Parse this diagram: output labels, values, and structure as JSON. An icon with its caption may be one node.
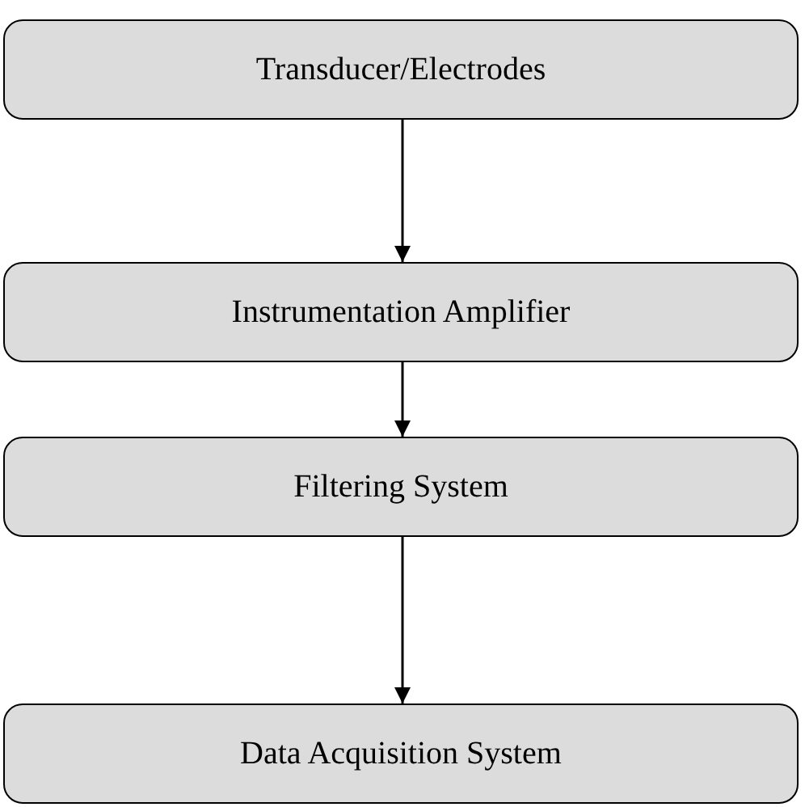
{
  "diagram": {
    "nodes": [
      {
        "text": [
          "Transducer/Electrodes"
        ]
      },
      {
        "text": [
          "Instrumentation Amplifier"
        ]
      },
      {
        "text": [
          "Filtering System"
        ]
      },
      {
        "text": [
          "Data Acquisition System"
        ]
      }
    ],
    "edges": [
      {
        "from": 0,
        "to": 1,
        "arrow": "to"
      },
      {
        "from": 1,
        "to": 2,
        "arrow": "to"
      },
      {
        "from": 2,
        "to": 3,
        "arrow": "to"
      }
    ]
  }
}
